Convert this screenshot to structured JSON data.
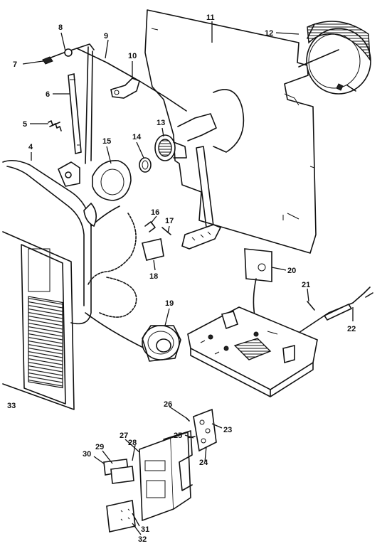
{
  "diagram": {
    "callouts": [
      {
        "id": "c8",
        "text": "8"
      },
      {
        "id": "c9",
        "text": "9"
      },
      {
        "id": "c7",
        "text": "7"
      },
      {
        "id": "c11",
        "text": "11"
      },
      {
        "id": "c12",
        "text": "12"
      },
      {
        "id": "c10",
        "text": "10"
      },
      {
        "id": "c6a",
        "text": "6"
      },
      {
        "id": "c5",
        "text": "5"
      },
      {
        "id": "c13",
        "text": "13"
      },
      {
        "id": "c14",
        "text": "14"
      },
      {
        "id": "c15",
        "text": "15"
      },
      {
        "id": "c4",
        "text": "4"
      },
      {
        "id": "c16",
        "text": "16"
      },
      {
        "id": "c17",
        "text": "17"
      },
      {
        "id": "c18",
        "text": "18"
      },
      {
        "id": "c20",
        "text": "20"
      },
      {
        "id": "c21",
        "text": "21"
      },
      {
        "id": "c19",
        "text": "19"
      },
      {
        "id": "c22",
        "text": "22"
      },
      {
        "id": "c33",
        "text": "33"
      },
      {
        "id": "c26",
        "text": "26"
      },
      {
        "id": "c25",
        "text": "25"
      },
      {
        "id": "c23",
        "text": "23"
      },
      {
        "id": "c27",
        "text": "27"
      },
      {
        "id": "c28",
        "text": "28"
      },
      {
        "id": "c29",
        "text": "29"
      },
      {
        "id": "c30",
        "text": "30"
      },
      {
        "id": "c24",
        "text": "24"
      },
      {
        "id": "c31",
        "text": "31"
      },
      {
        "id": "c32",
        "text": "32"
      }
    ]
  }
}
